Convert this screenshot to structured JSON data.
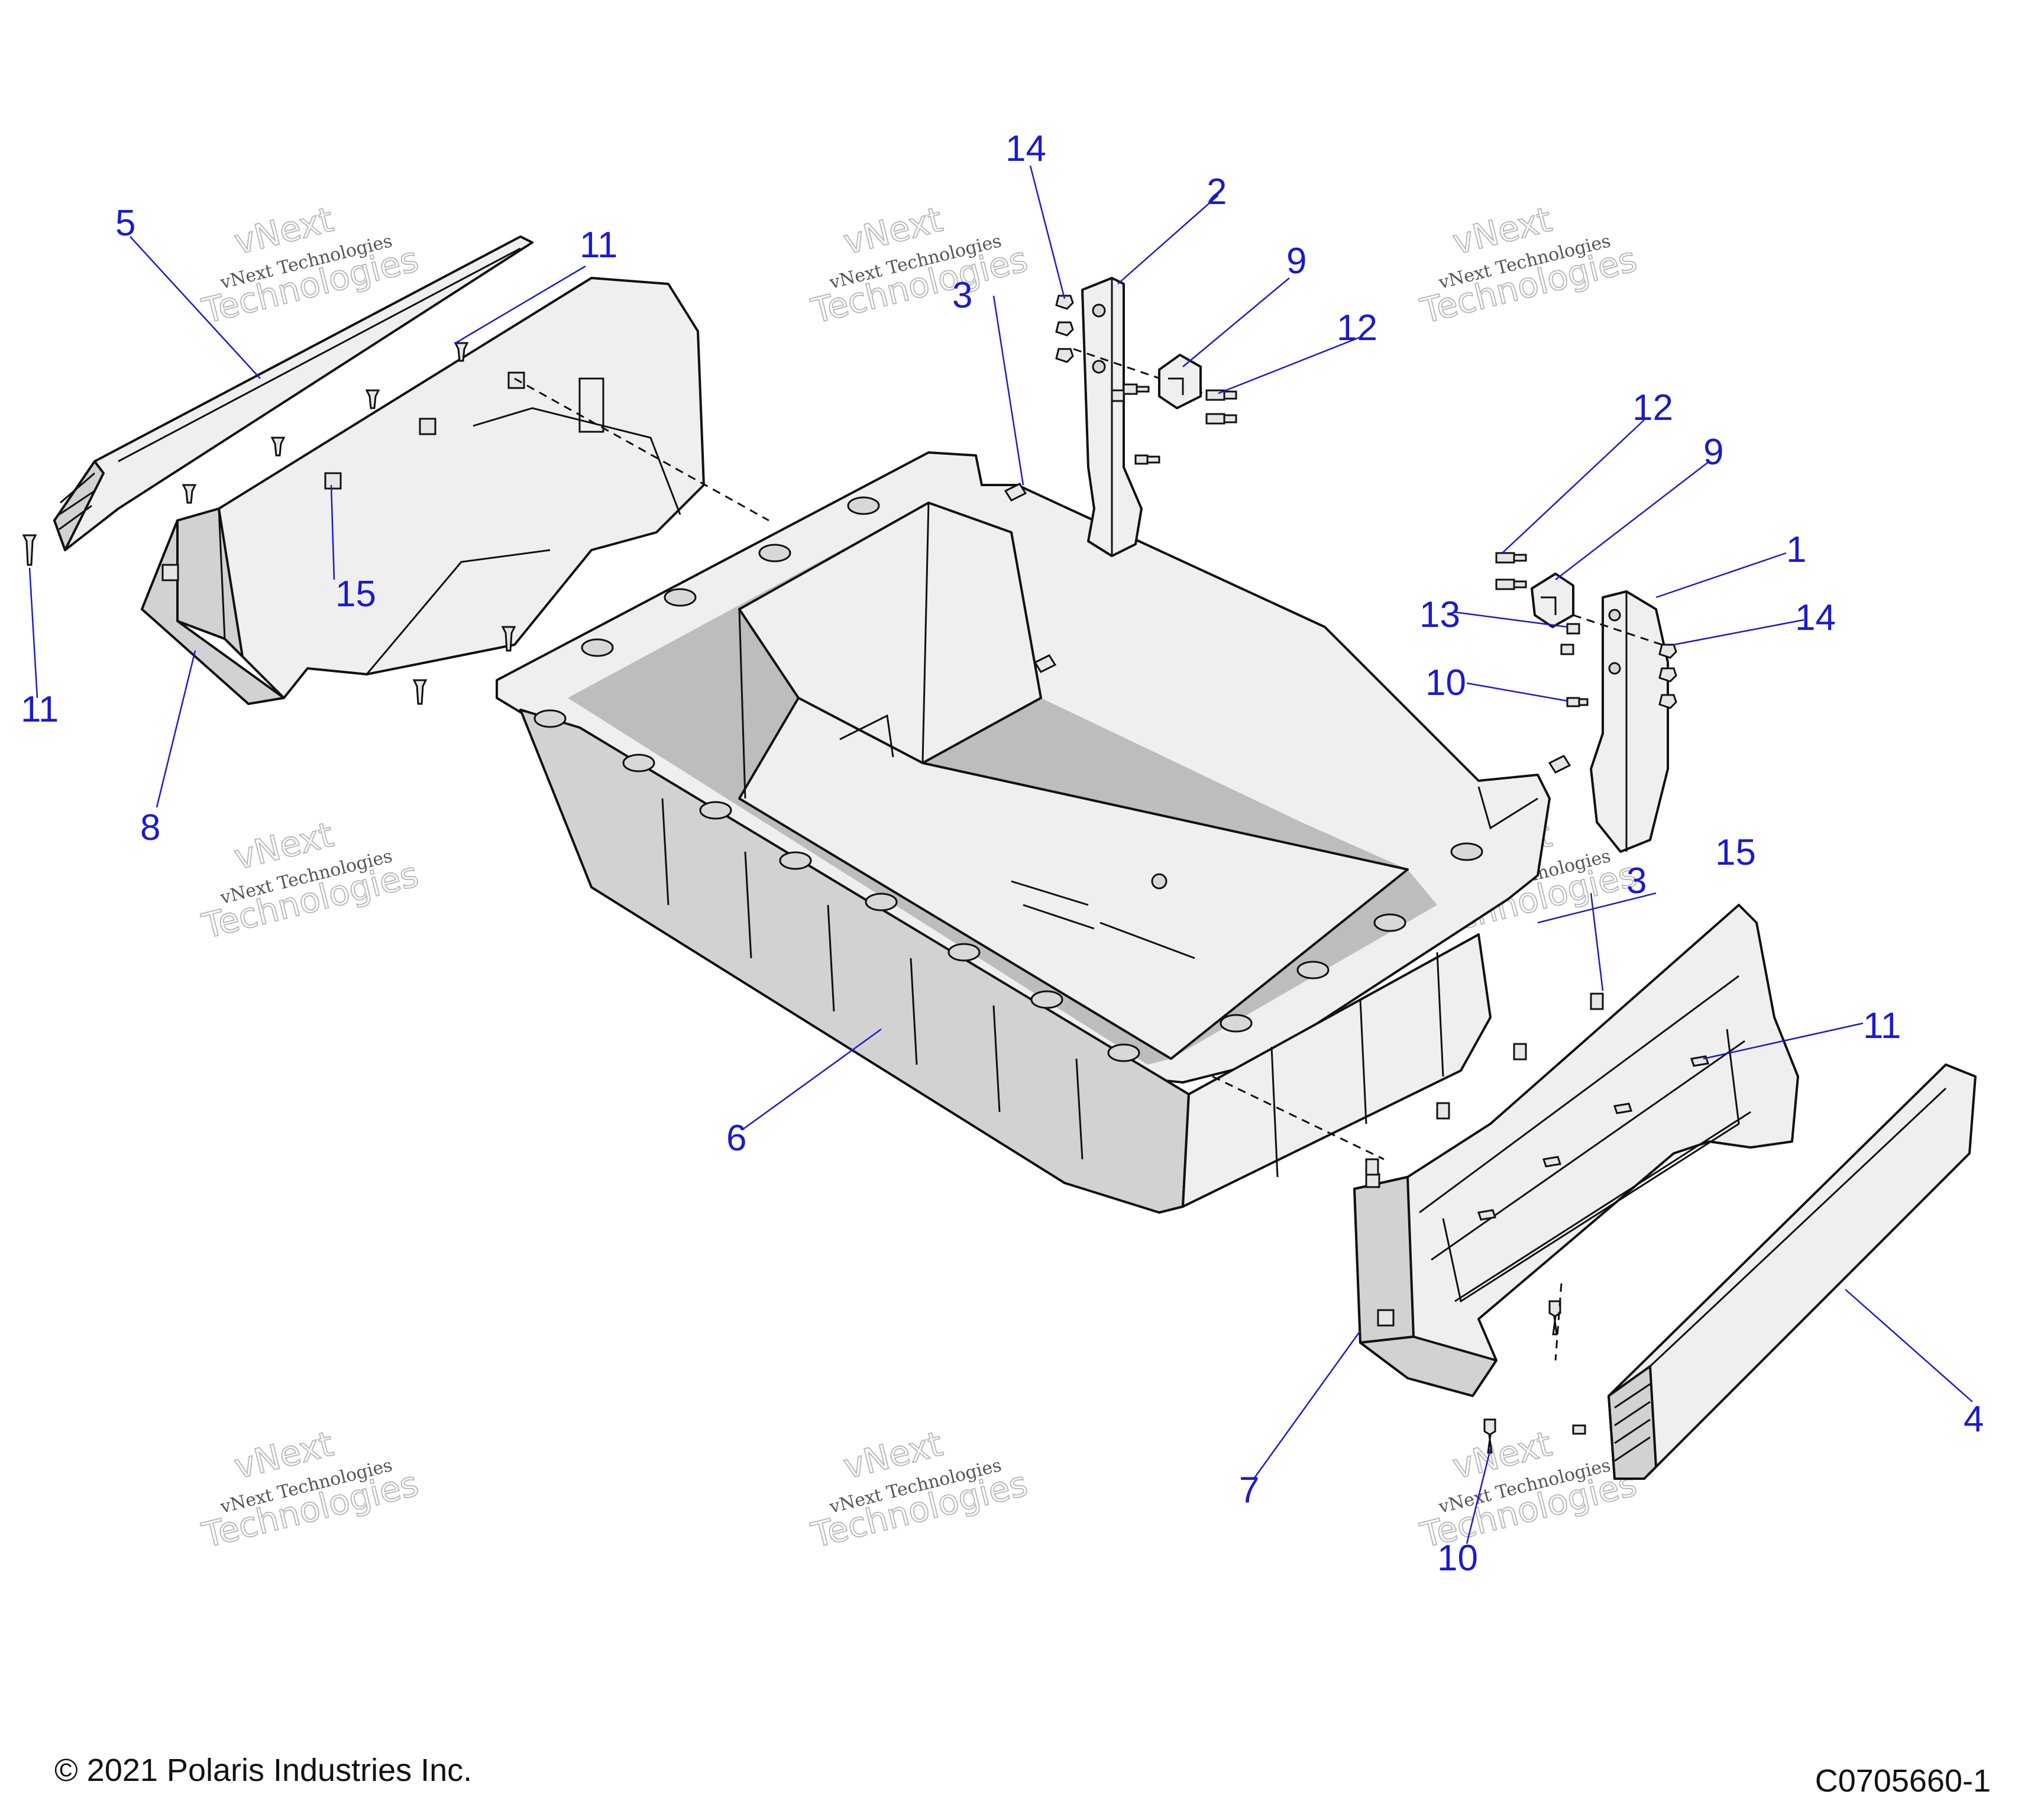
{
  "diagram": {
    "type": "exploded-parts-diagram",
    "callouts": [
      "1",
      "2",
      "3",
      "3",
      "4",
      "5",
      "6",
      "7",
      "8",
      "9",
      "9",
      "10",
      "10",
      "11",
      "11",
      "11",
      "12",
      "12",
      "13",
      "14",
      "14",
      "15",
      "15"
    ],
    "watermark": {
      "line1": "vNext",
      "line2": "vNext Technologies",
      "line3": "Technologies"
    }
  },
  "footer": {
    "copyright": "© 2021 Polaris Industries Inc.",
    "drawing_number": "C0705660-1"
  },
  "colors": {
    "callout": "#1a1ad0",
    "line": "#111111",
    "part_fill": "#efefef"
  }
}
